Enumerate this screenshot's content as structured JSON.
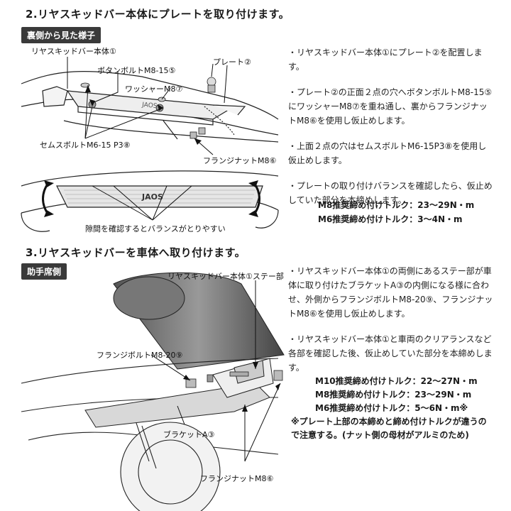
{
  "section2": {
    "title": "2.リヤスキッドバー本体にプレートを取り付けます。",
    "tag": "裏側から見た様子",
    "callouts": {
      "bar_body": "リヤスキッドバー本体①",
      "button_bolt": "ボタンボルトM8-15⑤",
      "plate": "プレート②",
      "washer": "ワッシャーM8⑦",
      "sems_bolt": "セムスボルトM6-15 P3⑧",
      "flange_nut": "フランジナットM8⑥",
      "gap_note": "隙間を確認するとバランスがとりやすい"
    },
    "plate_logo": "JAOS",
    "notes": [
      "・リヤスキッドバー本体①にプレート②を配置します。",
      "・プレート②の正面２点の穴へボタンボルトM8-15⑤にワッシャーM8⑦を重ね通し、裏からフランジナットM8⑥を使用し仮止めします。",
      "・上面２点の穴はセムスボルトM6-15P3⑧を使用し仮止めします。",
      "・プレートの取り付けバランスを確認したら、仮止めしていた部分を本締めします。"
    ],
    "torques": [
      "M8推奨締め付けトルク：23〜29N・m",
      "M6推奨締め付けトルク：3〜4N・m"
    ]
  },
  "section3": {
    "title": "3.リヤスキッドバーを車体へ取り付けます。",
    "tag": "助手席側",
    "callouts": {
      "stay": "リヤスキッドバー本体①ステー部",
      "flange_bolt": "フランジボルトM8-20⑨",
      "bracket": "ブラケットA③",
      "flange_nut": "フランジナットM8⑥"
    },
    "notes": [
      "・リヤスキッドバー本体①の両側にあるステー部が車体に取り付けたブラケットA③の内側になる様に合わせ、外側からフランジボルトM8-20⑨、フランジナットM8⑥を使用し仮止めします。",
      "・リヤスキッドバー本体①と車両のクリアランスなど各部を確認した後、仮止めしていた部分を本締めします。"
    ],
    "torques": [
      "M10推奨締め付けトルク：22〜27N・m",
      "M8推奨締め付けトルク：23〜29N・m",
      "M6推奨締め付けトルク：5〜6N・m※"
    ],
    "warning": "※プレート上部の本締めと締め付けトルクが違うので注意する。(ナット側の母材がアルミのため)"
  }
}
